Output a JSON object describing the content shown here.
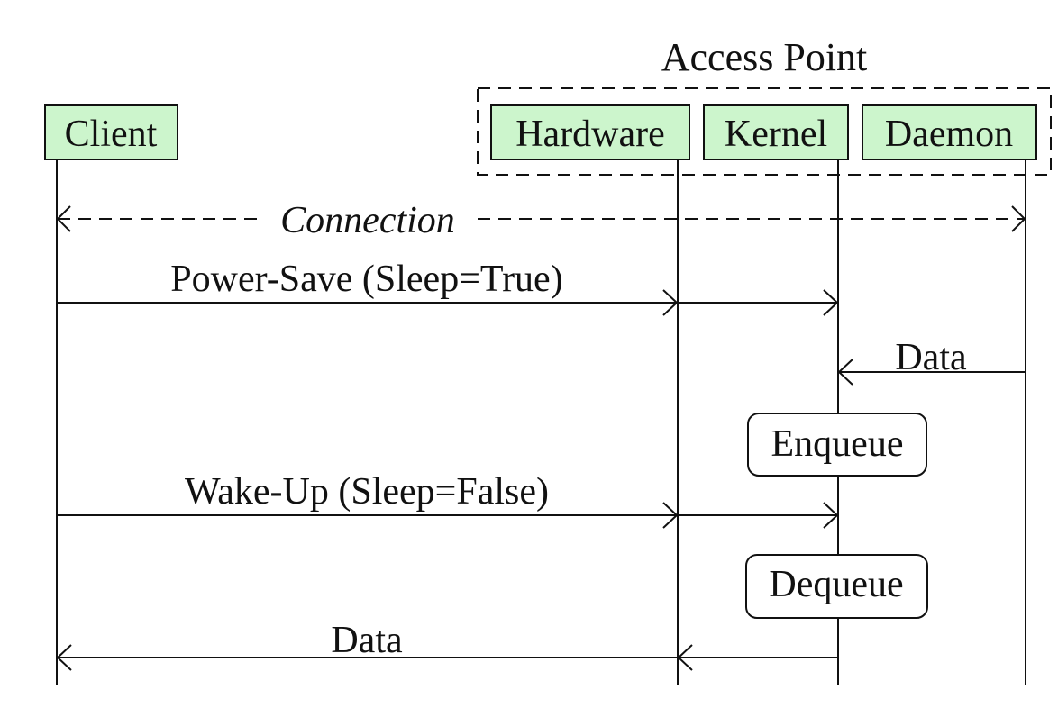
{
  "group": {
    "label": "Access Point"
  },
  "participants": [
    {
      "id": "client",
      "label": "Client"
    },
    {
      "id": "hardware",
      "label": "Hardware"
    },
    {
      "id": "kernel",
      "label": "Kernel"
    },
    {
      "id": "daemon",
      "label": "Daemon"
    }
  ],
  "messages": [
    {
      "id": "connection",
      "label": "Connection",
      "from": "client",
      "to": "daemon",
      "style": "dashed-bidirectional"
    },
    {
      "id": "power-save",
      "label": "Power-Save (Sleep=True)",
      "from": "client",
      "to": "kernel",
      "via": "hardware"
    },
    {
      "id": "data-in",
      "label": "Data",
      "from": "daemon",
      "to": "kernel"
    },
    {
      "id": "wake-up",
      "label": "Wake-Up (Sleep=False)",
      "from": "client",
      "to": "kernel",
      "via": "hardware"
    },
    {
      "id": "data-out",
      "label": "Data",
      "from": "kernel",
      "to": "client",
      "via": "hardware"
    }
  ],
  "actions": [
    {
      "id": "enqueue",
      "label": "Enqueue",
      "on": "kernel"
    },
    {
      "id": "dequeue",
      "label": "Dequeue",
      "on": "kernel"
    }
  ],
  "colors": {
    "participant_fill": "#ccf5cc",
    "stroke": "#111111"
  }
}
